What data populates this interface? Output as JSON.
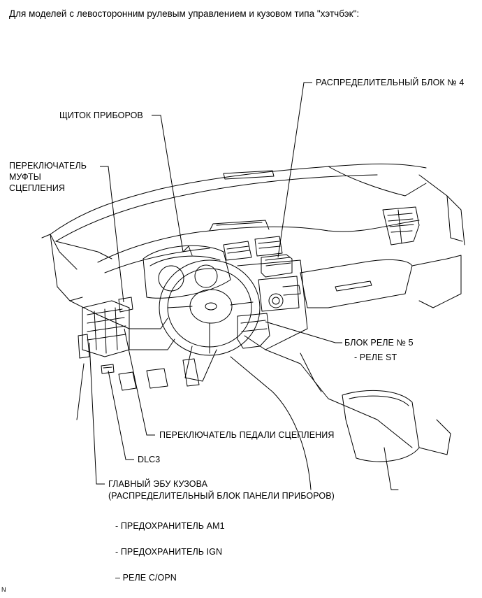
{
  "title": "Для моделей с левосторонним рулевым управлением и кузовом типа \"хэтчбэк\":",
  "labels": {
    "junction_block_4": "РАСПРЕДЕЛИТЕЛЬНЫЙ БЛОК № 4",
    "instrument_cluster": "ЩИТОК ПРИБОРОВ",
    "clutch_switch_line1": "ПЕРЕКЛЮЧАТЕЛЬ",
    "clutch_switch_line2": "МУФТЫ",
    "clutch_switch_line3": "СЦЕПЛЕНИЯ",
    "relay_block_5": "БЛОК РЕЛЕ № 5",
    "relay_st": "- РЕЛЕ ST",
    "clutch_pedal_switch": "ПЕРЕКЛЮЧАТЕЛЬ ПЕДАЛИ СЦЕПЛЕНИЯ",
    "dlc3": "DLC3",
    "main_body_ecu_line1": "ГЛАВНЫЙ ЭБУ КУЗОВА",
    "main_body_ecu_line2": "(РАСПРЕДЕЛИТЕЛЬНЫЙ БЛОК ПАНЕЛИ ПРИБОРОВ)",
    "fuse_am1": "- ПРЕДОХРАНИТЕЛЬ AM1",
    "fuse_ign": "- ПРЕДОХРАНИТЕЛЬ IGN",
    "relay_copn": "– РЕЛЕ C/OPN"
  },
  "corner_mark": "N"
}
